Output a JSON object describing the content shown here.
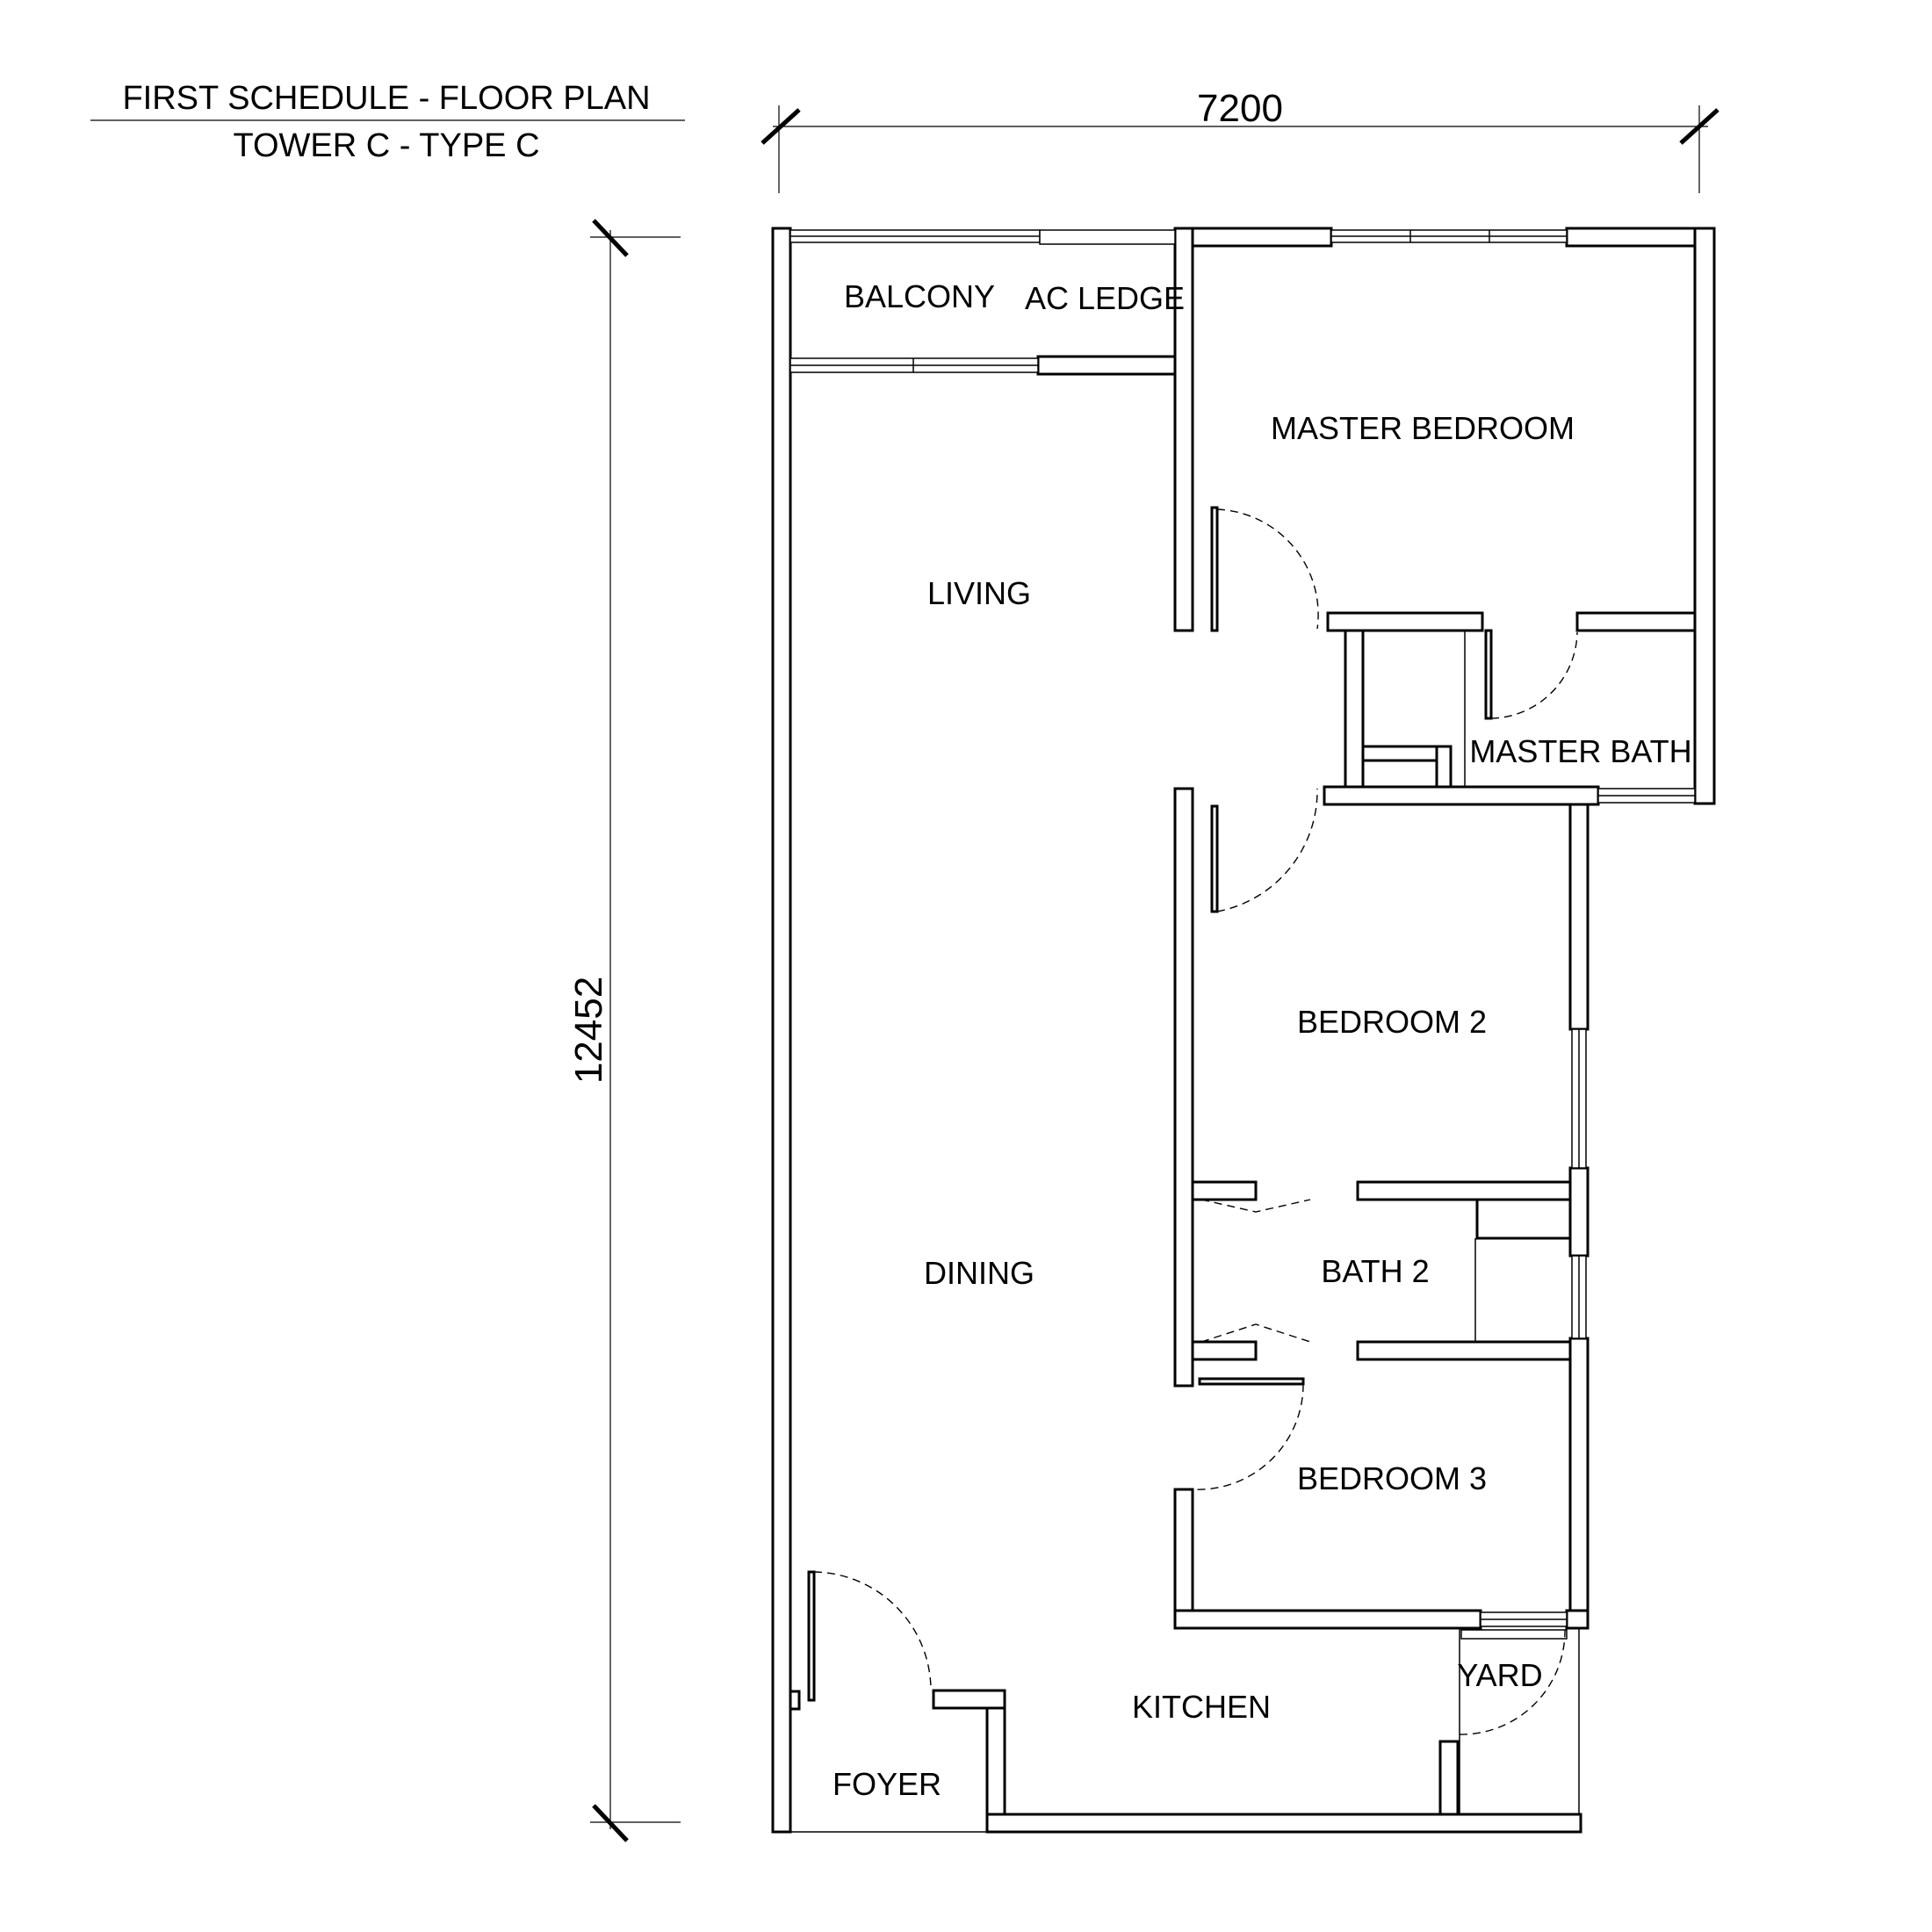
{
  "header": {
    "title": "FIRST SCHEDULE - FLOOR PLAN",
    "subtitle": "TOWER C - TYPE C"
  },
  "dimensions": {
    "width": "7200",
    "height": "12452"
  },
  "rooms": {
    "balcony": "BALCONY",
    "ac_ledge": "AC LEDGE",
    "master_bedroom": "MASTER BEDROOM",
    "living": "LIVING",
    "master_bath": "MASTER BATH",
    "bedroom_2": "BEDROOM 2",
    "dining": "DINING",
    "bath_2": "BATH 2",
    "bedroom_3": "BEDROOM 3",
    "yard": "YARD",
    "kitchen": "KITCHEN",
    "foyer": "FOYER"
  }
}
